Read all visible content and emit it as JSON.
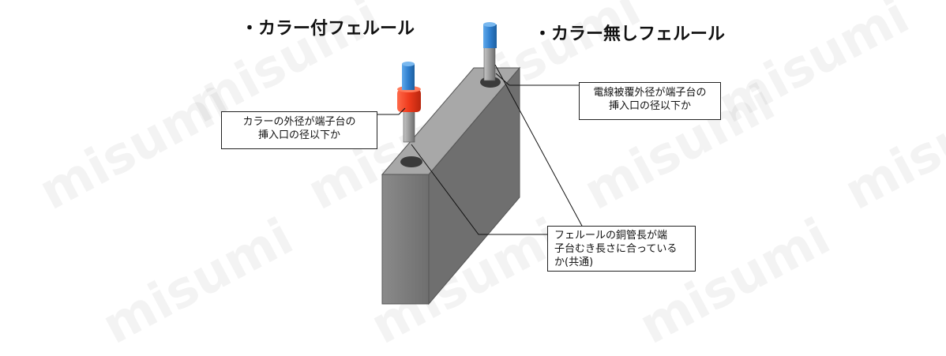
{
  "titles": {
    "left": "・カラー付フェルール",
    "right": "・カラー無しフェルール"
  },
  "callouts": {
    "collar_outer_diameter": [
      "カラーの外径が端子台の",
      "挿入口の径以下か"
    ],
    "insulation_outer_diameter": [
      "電線被覆外径が端子台の",
      "挿入口の径以下か"
    ],
    "copper_tube_length": [
      "フェルールの銅管長が端",
      "子台むき長さに合っている",
      "か(共通)"
    ]
  },
  "watermark": "misumi",
  "colors": {
    "block_front": "#8a8a8a",
    "block_top": "#a8a8a8",
    "block_side": "#6f6f6f",
    "collar": "#ee3a1c",
    "wire_insulation": "#2f7fcf",
    "copper_tube": "#9b9b9b",
    "hole": "#3a3a3a"
  }
}
